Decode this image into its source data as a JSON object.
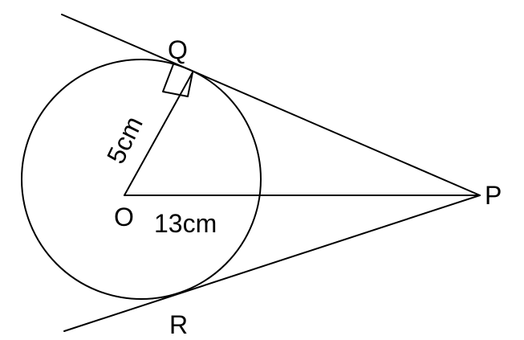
{
  "points": {
    "center": "O",
    "tangent_top": "Q",
    "external": "P",
    "tangent_bottom": "R"
  },
  "measurements": {
    "radius": "5cm",
    "distance_op": "13cm"
  },
  "colors": {
    "stroke": "#000000",
    "background": "#ffffff"
  }
}
